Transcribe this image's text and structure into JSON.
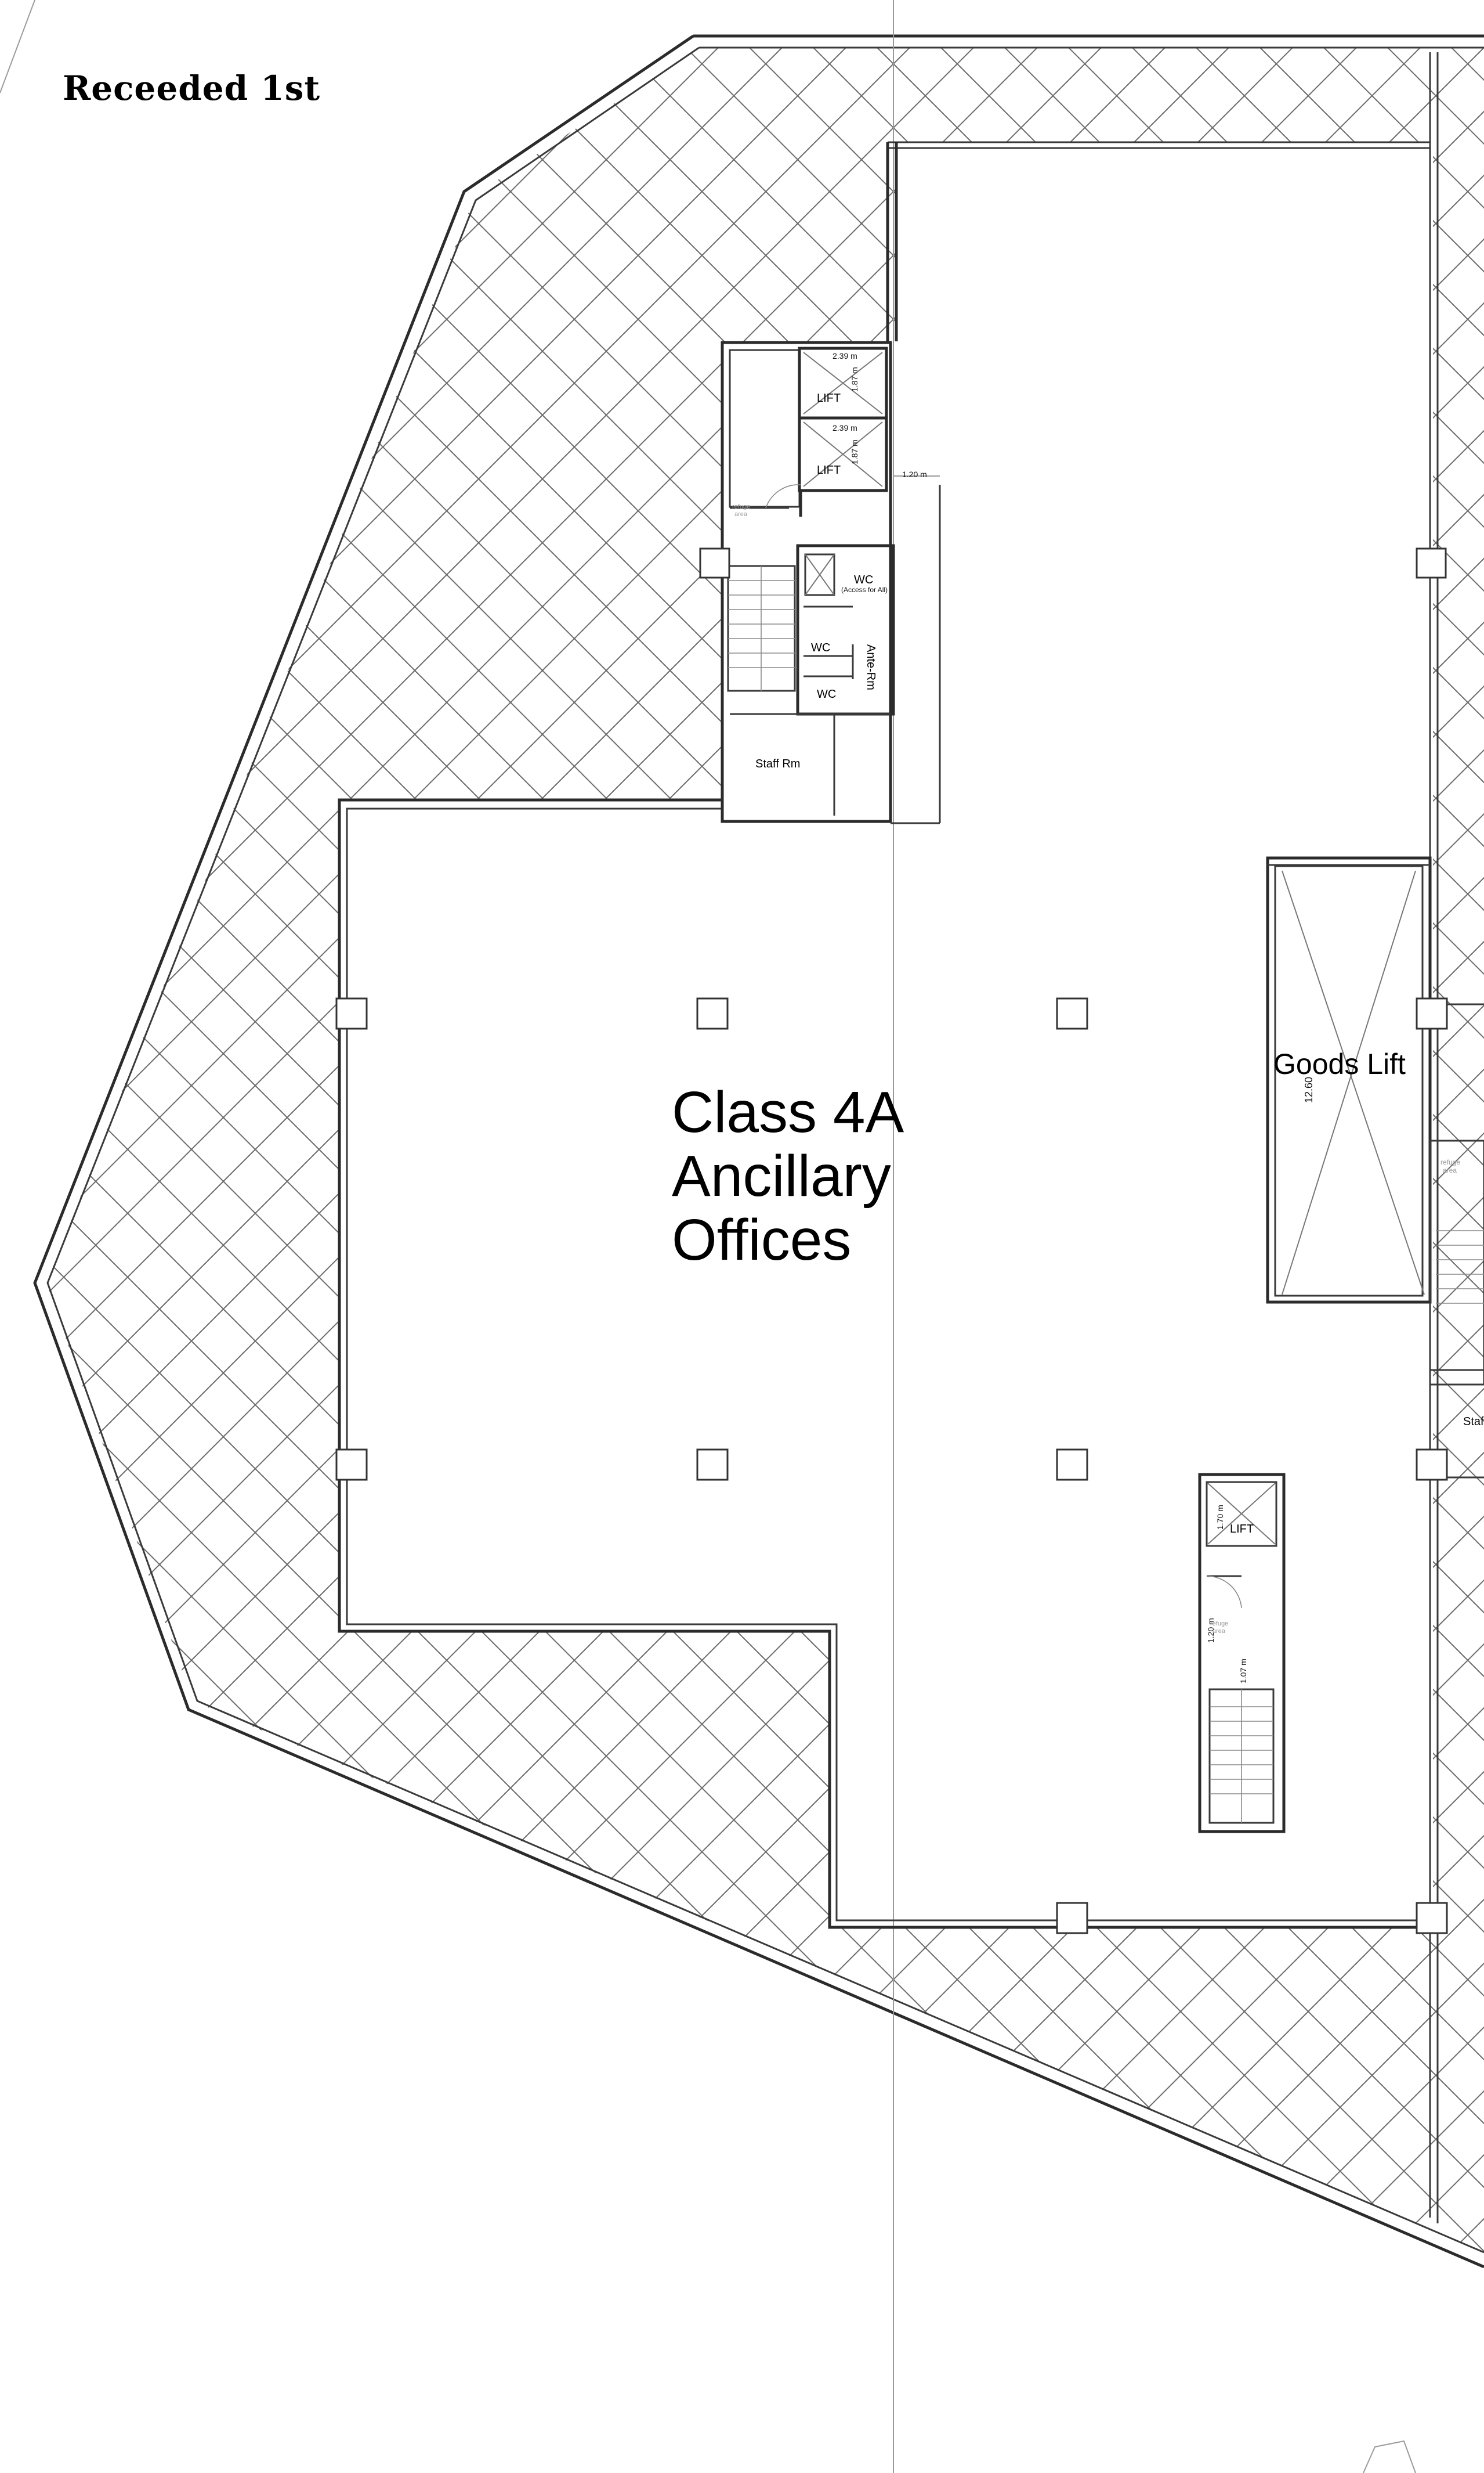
{
  "sheet": {
    "title": "Receeded 1st"
  },
  "rooms": {
    "main_use_line1": "Class 4A",
    "main_use_line2": "Ancillary",
    "main_use_line3": "Offices",
    "goods_lift": "Goods Lift",
    "lift": "LIFT",
    "wc": "WC",
    "wc_access": "(Access for All)",
    "ante_rm": "Ante-Rm",
    "staff_rm": "Staff Rm",
    "staff_partial": "Staf",
    "refuge_area_l1": "refuge",
    "refuge_area_l2": "area"
  },
  "dimensions": {
    "lift_width": "2.39 m",
    "lift_depth": "1.87 m",
    "corridor": "1.20 m",
    "goods_lift_depth": "12.60",
    "small_lift_depth": "1.70 m",
    "refuge_depth": "1.20 m",
    "stair_width": "1.07 m"
  }
}
